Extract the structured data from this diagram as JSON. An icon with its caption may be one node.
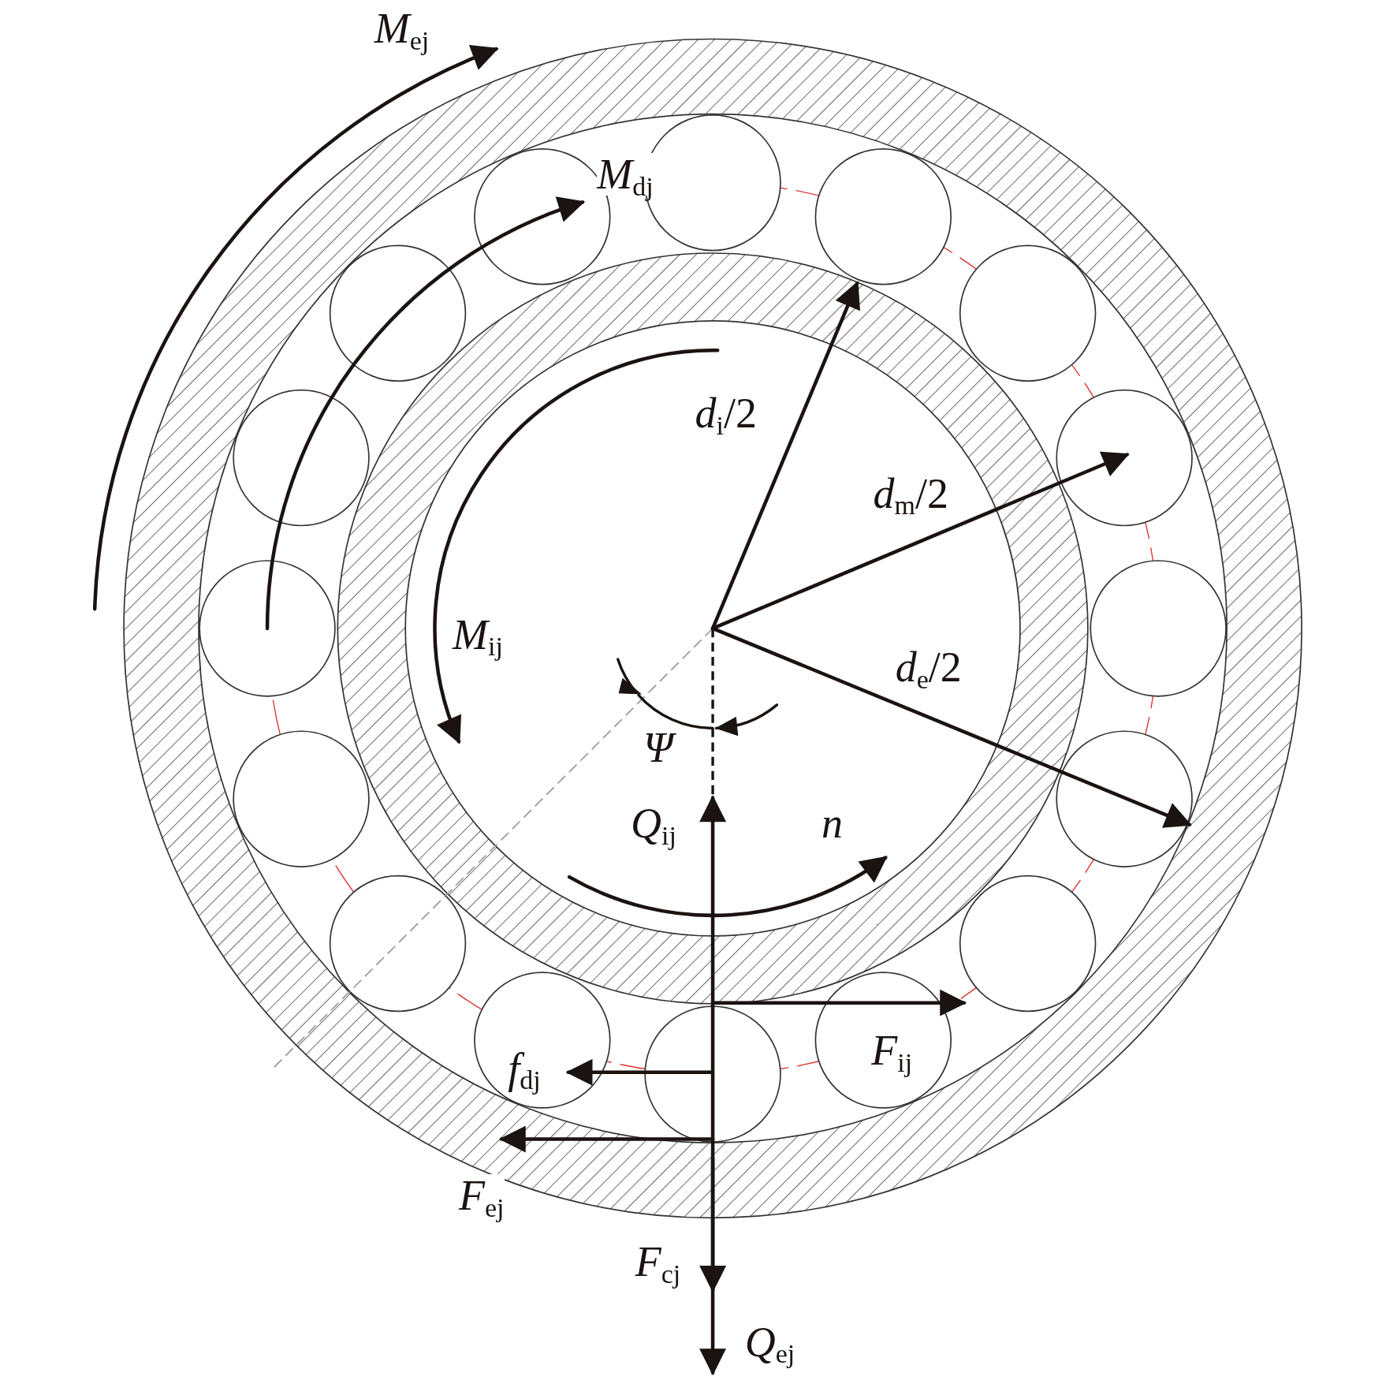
{
  "diagram": {
    "labels": [
      "*M*$_{ej}$",
      "*M*$_{dj}$",
      "*d*$_{i}$/2",
      "*d*$_{m}$/2",
      "*M*$_{ij}$",
      "*d*$_{e}$/2",
      "*Ψ*",
      "*Q*$_{ij}$",
      "*n*",
      "*F*$_{ij}$",
      "*f*$_{dj}$",
      "*F*$_{ej}$",
      "*F*$_{cj}$",
      "*Q*$_{ej}$"
    ]
  }
}
